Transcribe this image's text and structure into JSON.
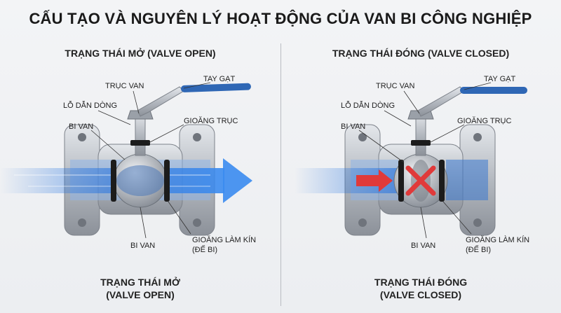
{
  "title": "CẤU TẠO VÀ NGUYÊN LÝ HOẠT ĐỘNG CỦA VAN BI CÔNG NGHIỆP",
  "left_panel": {
    "heading": "TRẠNG THÁI MỞ (VALVE OPEN)",
    "labels": {
      "handle": "TAY GẠT",
      "stem": "TRỤC VAN",
      "flow_hole": "LỖ DẪN DÒNG",
      "stem_seal": "GIOĂNG TRỤC",
      "ball_top": "BI VAN",
      "ball_bottom": "BI VAN",
      "seat_seal_line1": "GIOĂNG LÀM KÍN",
      "seat_seal_line2": "(ĐẾ BI)"
    },
    "caption_line1": "TRẠNG THÁI MỞ",
    "caption_line2": "(VALVE OPEN)"
  },
  "right_panel": {
    "heading": "TRẠNG THÁI ĐÓNG (VALVE CLOSED)",
    "labels": {
      "handle": "TAY GẠT",
      "stem": "TRỤC VAN",
      "flow_hole": "LỖ DẪN DÒNG",
      "stem_seal": "GIOĂNG TRỤC",
      "ball_top": "BI VAN",
      "ball_bottom": "BI VAN",
      "seat_seal_line1": "GIOĂNG LÀM KÍN",
      "seat_seal_line2": "(ĐẾ BI)"
    },
    "caption_line1": "TRẠNG THÁI ĐÓNG",
    "caption_line2": "(VALVE CLOSED)"
  },
  "colors": {
    "handle": "#2f67b5",
    "flow": "#1e6fe0",
    "seal": "#1c1c1c",
    "metal": "#b9bec5",
    "blocked": "#e03a3a"
  }
}
